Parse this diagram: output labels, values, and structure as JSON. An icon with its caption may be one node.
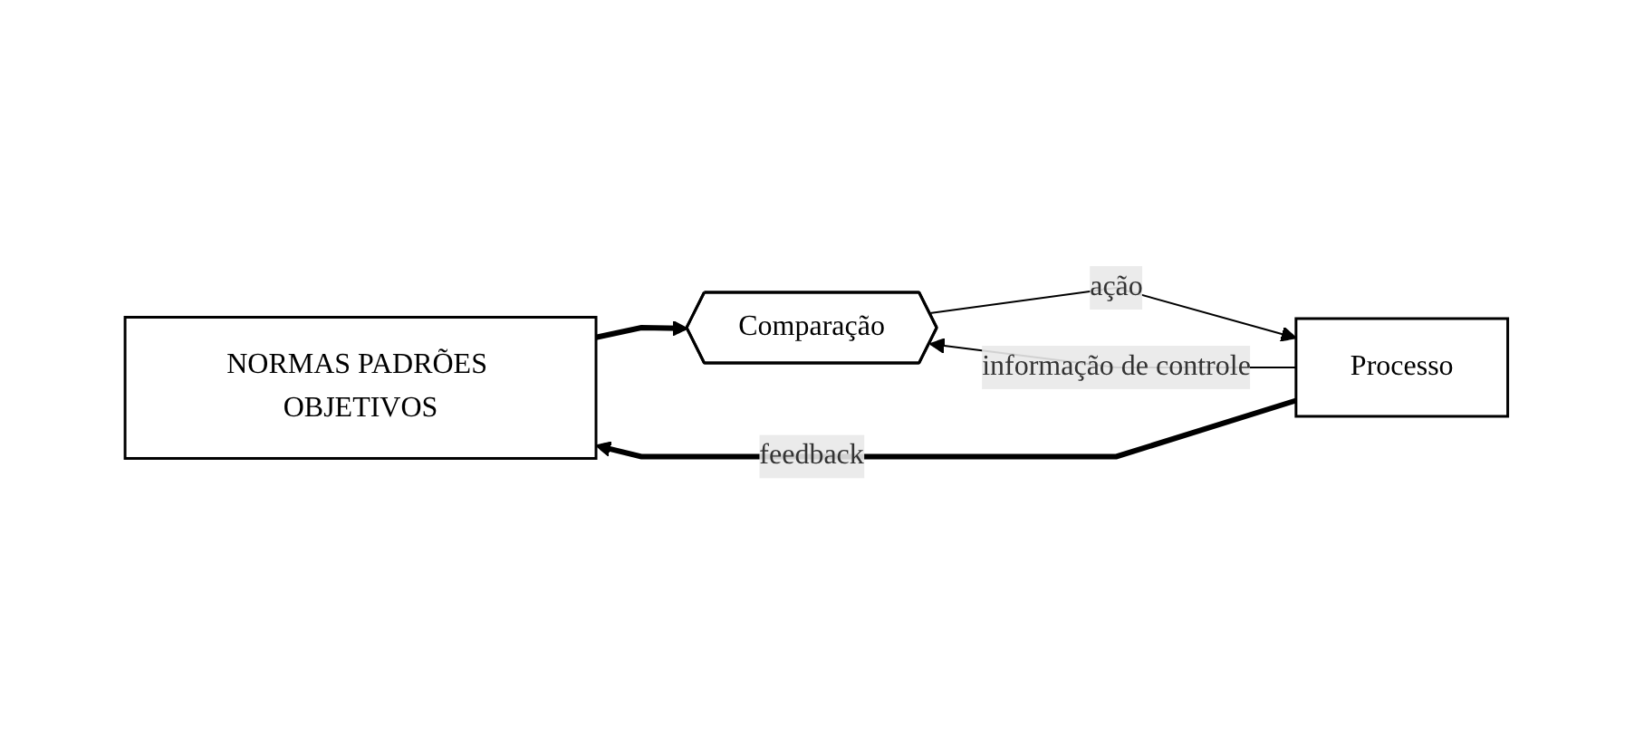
{
  "diagram": {
    "nodes": [
      {
        "text": [
          "NORMAS PADRÕES OBJETIVOS"
        ]
      },
      {
        "text": [
          "Comparação"
        ]
      },
      {
        "text": [
          "Processo"
        ]
      }
    ],
    "edges": [
      {
        "from": 0,
        "to": 1,
        "arrow": "to",
        "style": "thick"
      },
      {
        "from": 1,
        "to": 2,
        "arrow": "to",
        "label": "ação"
      },
      {
        "from": 2,
        "to": 1,
        "arrow": "to",
        "label": "informação de controle"
      },
      {
        "from": 2,
        "to": 0,
        "arrow": "to",
        "label": "feedback",
        "style": "thick"
      }
    ]
  }
}
